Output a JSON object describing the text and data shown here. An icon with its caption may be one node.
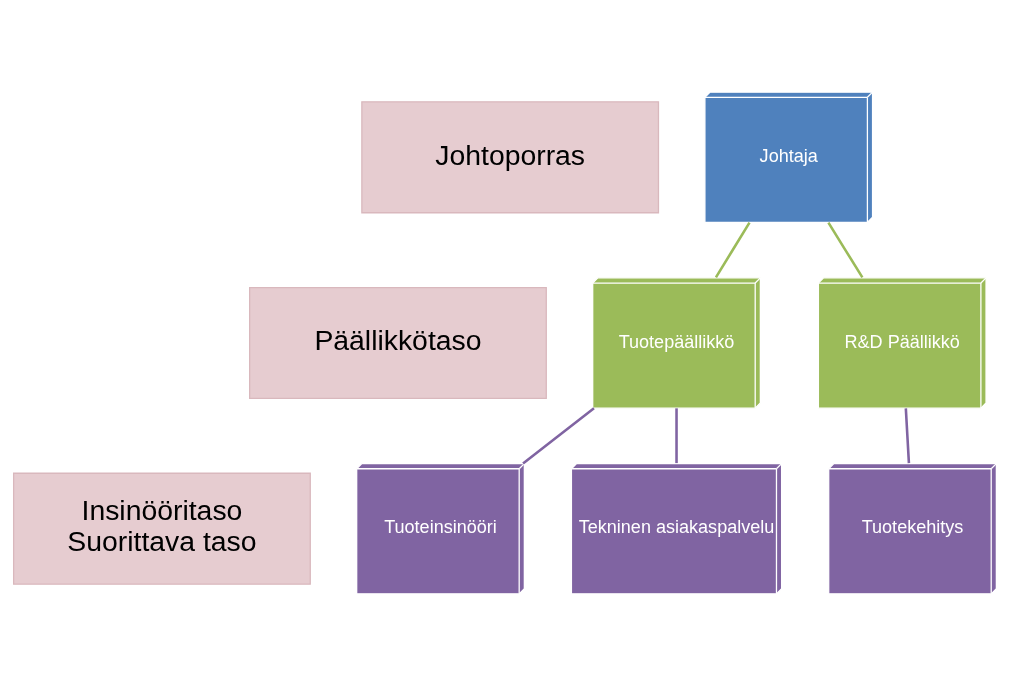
{
  "diagram": {
    "nodes": [
      {
        "text": [
          "Johtoporras"
        ]
      },
      {
        "text": [
          "Päällikkötaso"
        ]
      },
      {
        "text": [
          "Insinööritaso",
          "Suorittava taso"
        ]
      },
      {
        "text": [
          "Johtaja"
        ]
      },
      {
        "text": [
          "Tuotepäällikkö"
        ]
      },
      {
        "text": [
          "R&D Päällikkö"
        ]
      },
      {
        "text": [
          "Tuoteinsinööri"
        ]
      },
      {
        "text": [
          "Tekninen asiakaspalvelu"
        ]
      },
      {
        "text": [
          "Tuotekehitys"
        ]
      }
    ],
    "edges": [
      {
        "from": 3,
        "to": 4,
        "arrow": "none",
        "color": "#9bbb59"
      },
      {
        "from": 3,
        "to": 5,
        "arrow": "none",
        "color": "#9bbb59"
      },
      {
        "from": 4,
        "to": 6,
        "arrow": "none"
      },
      {
        "from": 4,
        "to": 7,
        "arrow": "none"
      },
      {
        "from": 5,
        "to": 8,
        "arrow": "none"
      }
    ]
  }
}
